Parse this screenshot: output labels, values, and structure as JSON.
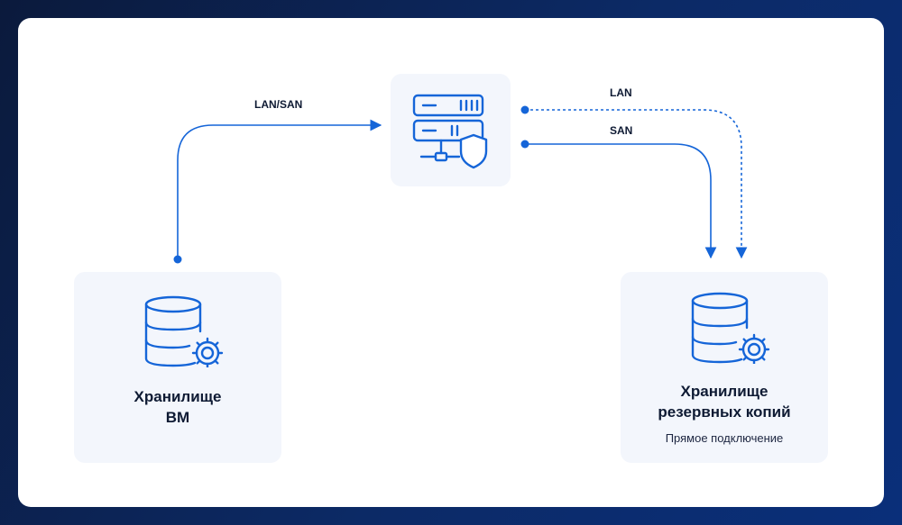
{
  "nodes": {
    "vm_storage": {
      "title_line1": "Хранилище",
      "title_line2": "ВМ"
    },
    "backup_storage": {
      "title_line1": "Хранилище",
      "title_line2": "резервных копий",
      "subtitle": "Прямое подключение"
    },
    "server": {
      "icon": "server-shield-icon"
    }
  },
  "links": {
    "vm_to_server": "LAN/SAN",
    "lan": "LAN",
    "san": "SAN"
  },
  "colors": {
    "accent": "#1565d8",
    "card_bg": "#f3f6fc",
    "frame": "#0c2a66"
  }
}
